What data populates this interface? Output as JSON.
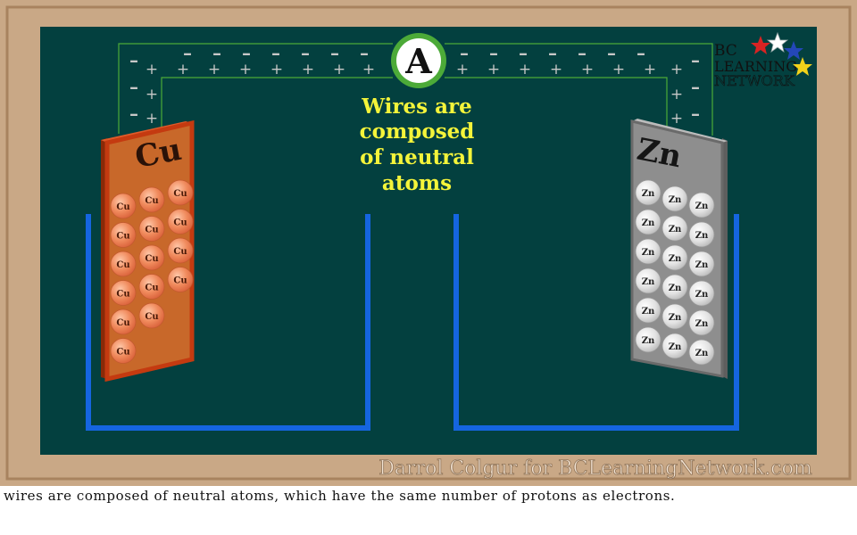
{
  "meter": {
    "label": "A"
  },
  "headline": [
    "Wires are",
    "composed",
    "of neutral",
    "atoms"
  ],
  "electrodes": {
    "left": {
      "label": "Cu",
      "atom": "Cu",
      "columns": [
        6,
        5,
        4
      ]
    },
    "right": {
      "label": "Zn",
      "atom": "Zn",
      "columns": [
        6,
        6,
        6
      ]
    }
  },
  "wire_charges": {
    "negative": "–",
    "positive": "+"
  },
  "logo": {
    "line1": "BC",
    "line2": "LEARNING",
    "line3": "NETWORK"
  },
  "credit": "Darrol Colgur for BCLearningNetwork.com",
  "caption": "wires are composed of neutral atoms, which have the same number of protons as electrons.",
  "colors": {
    "board": "#03403f",
    "frame": "#c9a886",
    "beaker": "#1565e0",
    "headline": "#f4f43a",
    "copper": "#c8682a",
    "copper_edge": "#c43a10",
    "copper_atom": "#f08a5c",
    "zinc": "#8e8e8e",
    "zinc_atom": "#e4e4e4",
    "wire": "#4caa38"
  }
}
